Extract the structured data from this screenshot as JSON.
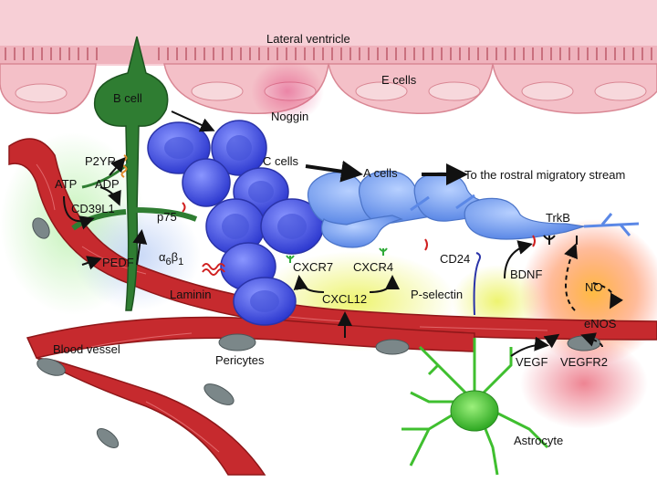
{
  "labels": {
    "lateral_ventricle": "Lateral ventricle",
    "e_cells": "E cells",
    "b_cell": "B cell",
    "noggin": "Noggin",
    "c_cells": "C cells",
    "a_cells": "A cells",
    "rostral_stream": "To the rostral migratory stream",
    "p2yr": "P2YR",
    "atp": "ATP",
    "adp": "ADP",
    "cd39l1": "CD39L1",
    "p75": "p75",
    "trkb": "TrkB",
    "pedf": "PEDF",
    "alpha": "α",
    "alpha_sub": "6",
    "beta": "β",
    "beta_sub": "1",
    "laminin": "Laminin",
    "cxcr7": "CXCR7",
    "cxcr4": "CXCR4",
    "cd24": "CD24",
    "bdnf": "BDNF",
    "no": "NO",
    "cxcl12": "CXCL12",
    "p_selectin": "P-selectin",
    "enos": "eNOS",
    "blood_vessel": "Blood vessel",
    "pericytes": "Pericytes",
    "vegf": "VEGF",
    "vegfr2": "VEGFR2",
    "astrocyte": "Astrocyte"
  },
  "colors": {
    "ventricle": "#f6c9d0",
    "ventricle_band": "#e9a3ae",
    "b_cell": "#2f7d32",
    "c_cell": "#3f4fd8",
    "a_cell": "#6a9bea",
    "vessel": "#c8262a",
    "pericyte": "#7d8a8c",
    "astrocyte": "#3fbf2f"
  }
}
